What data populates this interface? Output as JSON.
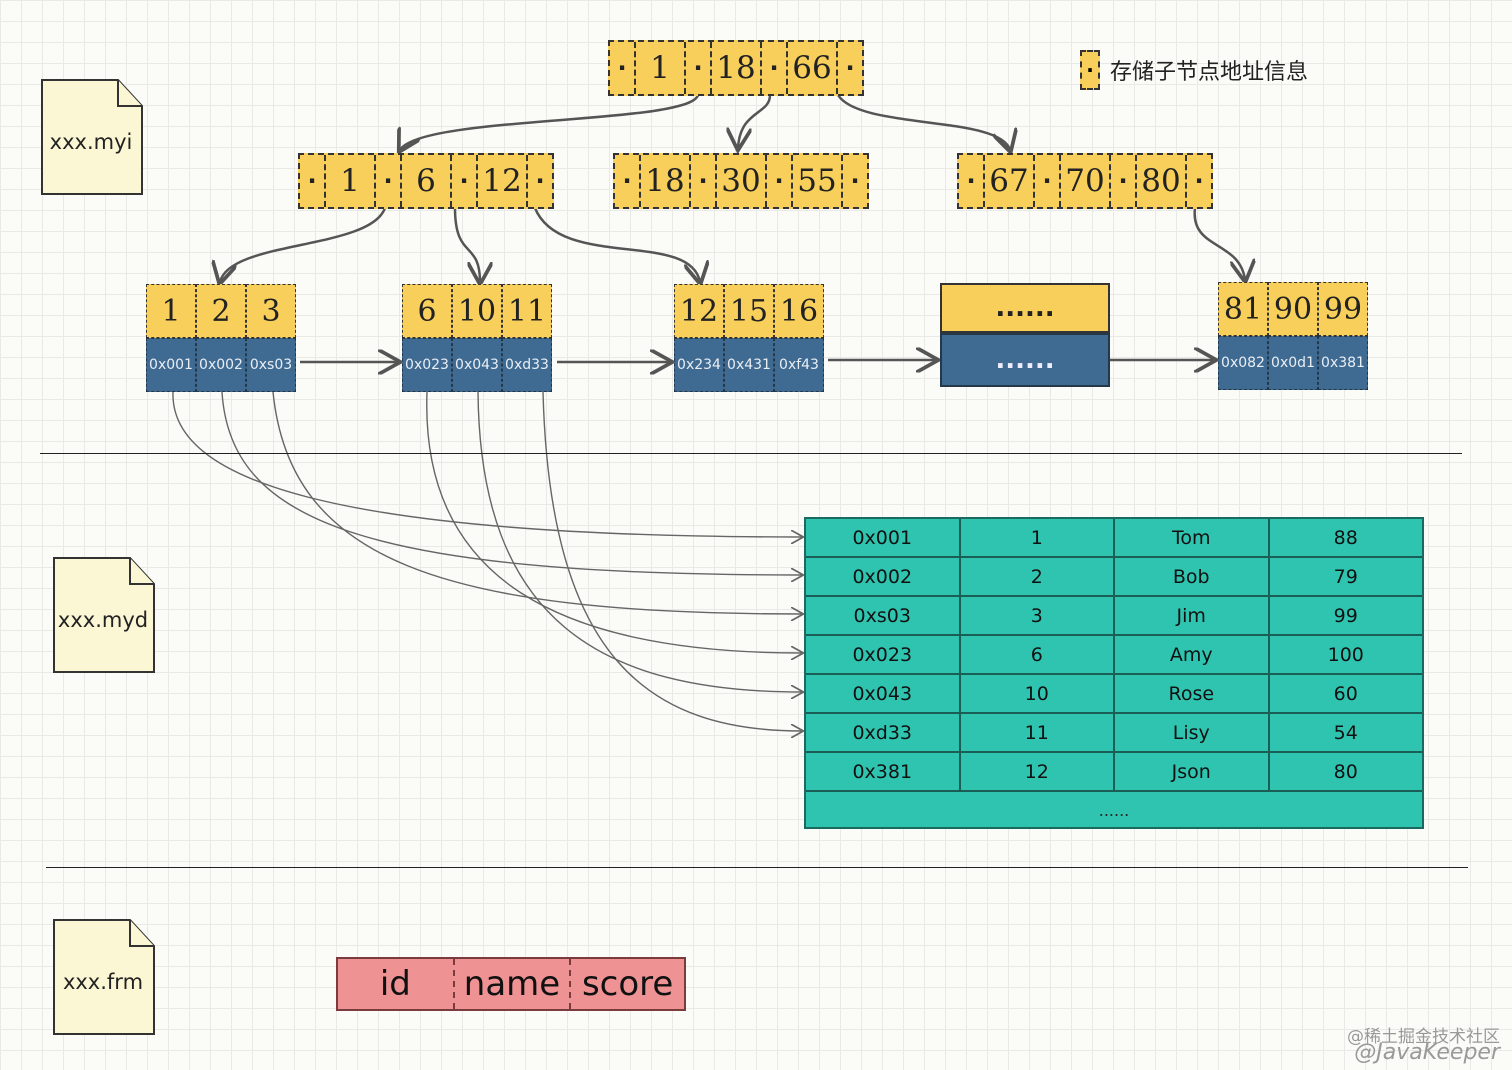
{
  "files": {
    "myi": "xxx.myi",
    "myd": "xxx.myd",
    "frm": "xxx.frm"
  },
  "legend": {
    "symbol": "·",
    "text": "存储子节点地址信息"
  },
  "pointer_symbol": "·",
  "root": {
    "keys": [
      "1",
      "18",
      "66"
    ]
  },
  "internal": [
    {
      "keys": [
        "1",
        "6",
        "12"
      ]
    },
    {
      "keys": [
        "18",
        "30",
        "55"
      ]
    },
    {
      "keys": [
        "67",
        "70",
        "80"
      ]
    }
  ],
  "leaves": [
    {
      "keys": [
        "1",
        "2",
        "3"
      ],
      "addrs": [
        "0x001",
        "0x002",
        "0xs03"
      ]
    },
    {
      "keys": [
        "6",
        "10",
        "11"
      ],
      "addrs": [
        "0x023",
        "0x043",
        "0xd33"
      ]
    },
    {
      "keys": [
        "12",
        "15",
        "16"
      ],
      "addrs": [
        "0x234",
        "0x431",
        "0xf43"
      ]
    },
    {
      "keys": [
        "81",
        "90",
        "99"
      ],
      "addrs": [
        "0x082",
        "0x0d1",
        "0x381"
      ]
    }
  ],
  "ellipsis_leaf": {
    "top": "......",
    "bottom": "......"
  },
  "data_table": {
    "rows": [
      [
        "0x001",
        "1",
        "Tom",
        "88"
      ],
      [
        "0x002",
        "2",
        "Bob",
        "79"
      ],
      [
        "0xs03",
        "3",
        "Jim",
        "99"
      ],
      [
        "0x023",
        "6",
        "Amy",
        "100"
      ],
      [
        "0x043",
        "10",
        "Rose",
        "60"
      ],
      [
        "0xd33",
        "11",
        "Lisy",
        "54"
      ],
      [
        "0x381",
        "12",
        "Json",
        "80"
      ]
    ],
    "more": "......"
  },
  "frm_columns": [
    "id",
    "name",
    "score"
  ],
  "watermark": {
    "line1": "@稀土掘金技术社区",
    "line2": "@JavaKeeper"
  }
}
